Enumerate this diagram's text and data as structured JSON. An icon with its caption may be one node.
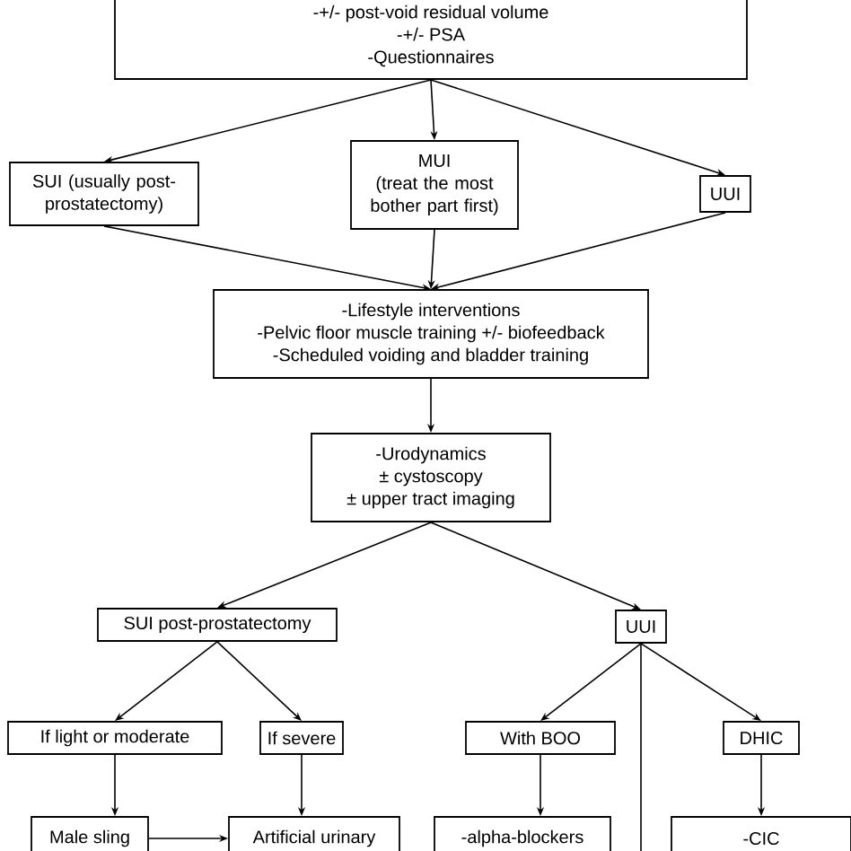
{
  "diagram": {
    "nodes": [
      {
        "text": [
          "-+/- post-void residual volume",
          "-+/- PSA",
          "-Questionnaires"
        ]
      },
      {
        "text": [
          "SUI (usually post-prostatectomy)"
        ]
      },
      {
        "text": [
          "MUI",
          "(treat the most bother part first)"
        ]
      },
      {
        "text": [
          "UUI"
        ]
      },
      {
        "text": [
          "-Lifestyle interventions",
          "-Pelvic floor muscle training +/- biofeedback",
          "-Scheduled voiding and bladder training"
        ]
      },
      {
        "text": [
          "-Urodynamics",
          "± cystoscopy",
          "± upper tract imaging"
        ]
      },
      {
        "text": [
          "SUI post-prostatectomy"
        ]
      },
      {
        "text": [
          "UUI"
        ]
      },
      {
        "text": [
          "If light or moderate"
        ]
      },
      {
        "text": [
          "If severe"
        ]
      },
      {
        "text": [
          "With BOO"
        ]
      },
      {
        "text": [
          "DHIC"
        ]
      },
      {
        "text": [
          "Male sling"
        ]
      },
      {
        "text": [
          "Artificial urinary"
        ]
      },
      {
        "text": [
          "-alpha-blockers"
        ]
      },
      {
        "text": [
          "-CIC"
        ]
      }
    ],
    "edges": [
      {
        "from": 0,
        "to": 1,
        "arrow": "to"
      },
      {
        "from": 0,
        "to": 2,
        "arrow": "to"
      },
      {
        "from": 0,
        "to": 3,
        "arrow": "to"
      },
      {
        "from": 1,
        "to": 4,
        "arrow": "to"
      },
      {
        "from": 2,
        "to": 4,
        "arrow": "to"
      },
      {
        "from": 3,
        "to": 4,
        "arrow": "to"
      },
      {
        "from": 4,
        "to": 5,
        "arrow": "to"
      },
      {
        "from": 5,
        "to": 6,
        "arrow": "to"
      },
      {
        "from": 5,
        "to": 7,
        "arrow": "to"
      },
      {
        "from": 6,
        "to": 8,
        "arrow": "to"
      },
      {
        "from": 6,
        "to": 9,
        "arrow": "to"
      },
      {
        "from": 7,
        "to": 10,
        "arrow": "to"
      },
      {
        "from": 7,
        "to": 11,
        "arrow": "to"
      },
      {
        "from": 7,
        "to": null,
        "arrow": "none"
      },
      {
        "from": 8,
        "to": 12,
        "arrow": "to"
      },
      {
        "from": 9,
        "to": 13,
        "arrow": "to"
      },
      {
        "from": 10,
        "to": 14,
        "arrow": "to"
      },
      {
        "from": 11,
        "to": 15,
        "arrow": "to"
      },
      {
        "from": 12,
        "to": 13,
        "arrow": "to"
      }
    ]
  }
}
